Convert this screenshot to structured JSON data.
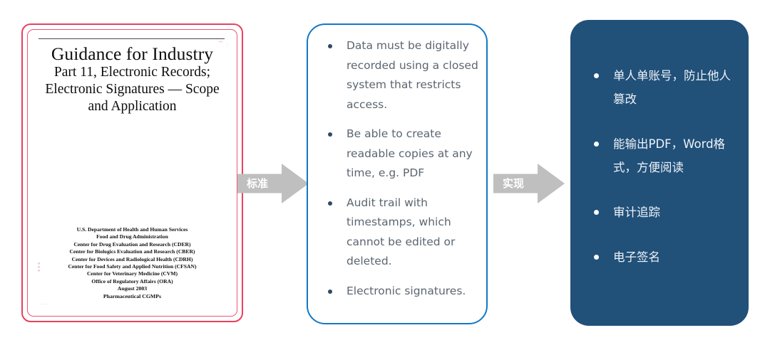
{
  "slide": {
    "background_color": "#ffffff",
    "accent_red": "#e8415f",
    "accent_blue": "#1378c4",
    "accent_darkblue": "#215079",
    "arrow_color": "#bfbfbf"
  },
  "document": {
    "title_main": "Guidance for Industry",
    "title_sub_lines": [
      "Part 11, Electronic Records;",
      "Electronic Signatures — Scope",
      "and Application"
    ],
    "agencies": [
      "U.S. Department of Health and Human Services",
      "Food and Drug Administration",
      "Center for Drug Evaluation and Research (CDER)",
      "Center for Biologics Evaluation and Research (CBER)",
      "Center for Devices and Radiological Health (CDRH)",
      "Center for Food Safety and Applied Nutrition (CFSAN)",
      "Center for Veterinary Medicine (CVM)",
      "Office of Regulatory Affairs (ORA)"
    ],
    "date_lines": [
      "August 2003",
      "Pharmaceutical CGMPs"
    ],
    "edge_marks": {
      "top_right": "‹‹‹",
      "top_right_vertical": "··",
      "left_side": "≡≡≡",
      "bottom_left": "····"
    }
  },
  "arrows": [
    {
      "label": "标准",
      "name": "arrow-standard"
    },
    {
      "label": "实现",
      "name": "arrow-implement"
    }
  ],
  "requirements": {
    "items": [
      "Data must be digitally recorded using a closed system that restricts access.",
      "Be able to create readable copies at any time, e.g. PDF",
      "Audit trail with timestamps, which cannot be edited or deleted.",
      "Electronic signatures."
    ]
  },
  "features": {
    "items": [
      "单人单账号，防止他人篡改",
      "能输出PDF，Word格式，方便阅读",
      "审计追踪",
      "电子签名"
    ]
  }
}
